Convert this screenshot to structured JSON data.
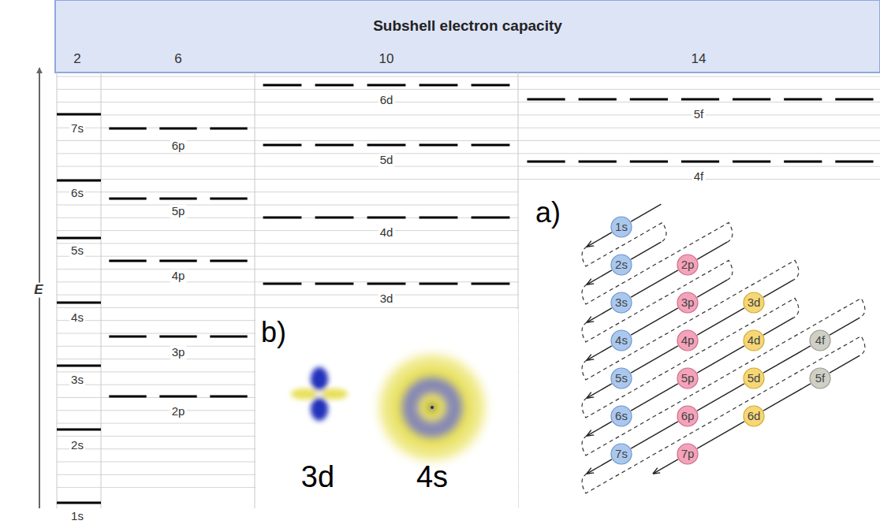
{
  "diagram": {
    "title": "Subshell electron capacity",
    "nodes": [
      {
        "text": [
          "1s"
        ]
      },
      {
        "text": [
          "2s"
        ]
      },
      {
        "text": [
          "2p"
        ]
      },
      {
        "text": [
          "3s"
        ]
      },
      {
        "text": [
          "3p"
        ]
      },
      {
        "text": [
          "3d"
        ]
      },
      {
        "text": [
          "4s"
        ]
      },
      {
        "text": [
          "4p"
        ]
      },
      {
        "text": [
          "4d"
        ]
      },
      {
        "text": [
          "4f"
        ]
      },
      {
        "text": [
          "5s"
        ]
      },
      {
        "text": [
          "5p"
        ]
      },
      {
        "text": [
          "5d"
        ]
      },
      {
        "text": [
          "5f"
        ]
      },
      {
        "text": [
          "6s"
        ]
      },
      {
        "text": [
          "6p"
        ]
      },
      {
        "text": [
          "6d"
        ]
      },
      {
        "text": [
          "7s"
        ]
      },
      {
        "text": [
          "7p"
        ]
      }
    ],
    "edges": [
      {
        "from": 2,
        "to": 3,
        "arrow": "none"
      },
      {
        "from": 4,
        "to": 6,
        "arrow": "none"
      },
      {
        "from": 5,
        "to": 7,
        "arrow": "none"
      },
      {
        "from": 7,
        "to": 10,
        "arrow": "none"
      },
      {
        "from": 8,
        "to": 11,
        "arrow": "none"
      },
      {
        "from": 11,
        "to": 14,
        "arrow": "none"
      },
      {
        "from": 9,
        "to": 12,
        "arrow": "none"
      },
      {
        "from": 12,
        "to": 15,
        "arrow": "none"
      },
      {
        "from": 15,
        "to": 17,
        "arrow": "none"
      },
      {
        "from": 13,
        "to": 16,
        "arrow": "none"
      },
      {
        "from": 16,
        "to": 18,
        "arrow": "none"
      }
    ],
    "labels": [
      "2",
      "6",
      "10",
      "14",
      "E",
      "1s",
      "2s",
      "2p",
      "3s",
      "3p",
      "4s",
      "3d",
      "4p",
      "5s",
      "4d",
      "5p",
      "6s",
      "4f",
      "5d",
      "6p",
      "7s",
      "5f",
      "6d",
      "a)",
      "b)",
      "3d",
      "4s"
    ]
  }
}
